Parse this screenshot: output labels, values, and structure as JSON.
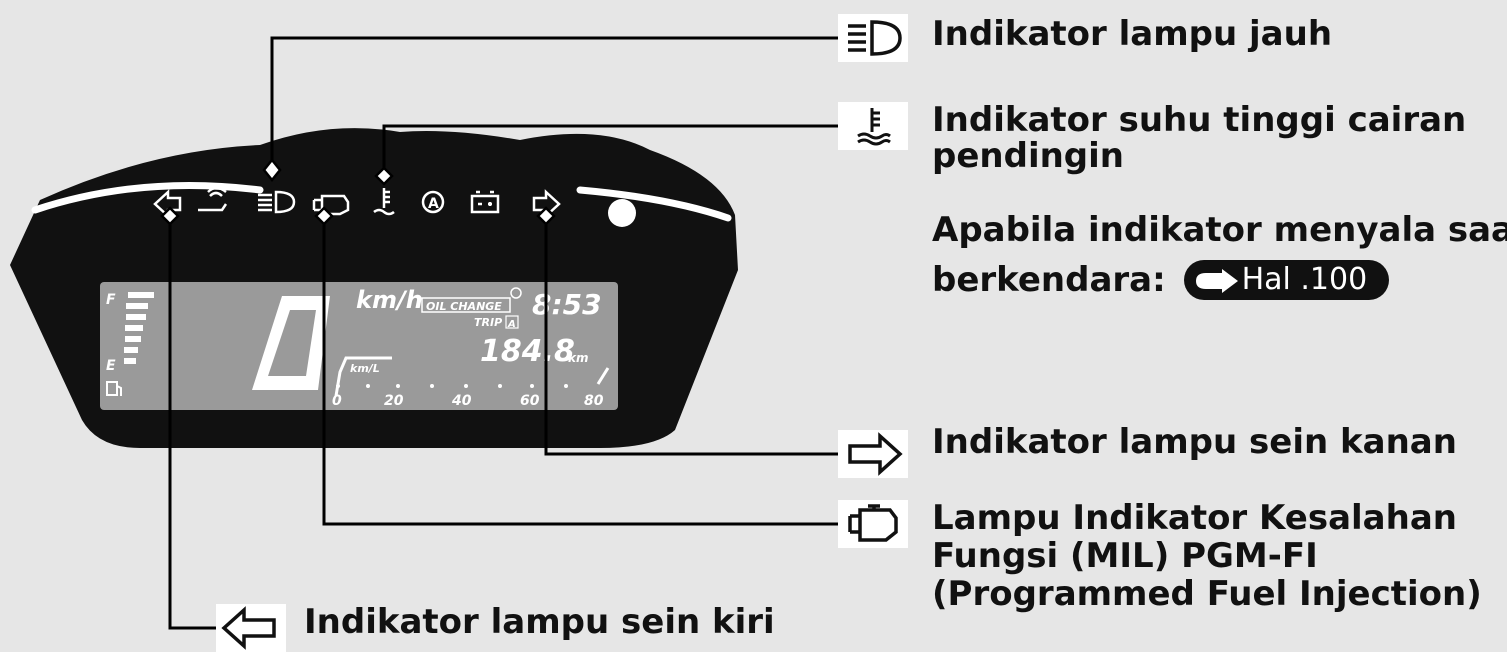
{
  "labels": {
    "high_beam": "Indikator lampu jauh",
    "coolant_temp_line1": "Indikator suhu tinggi cairan",
    "coolant_temp_line2": "pendingin",
    "warning_note_line1": "Apabila indikator menyala saat",
    "warning_note_line2": "berkendara:",
    "page_ref": "Hal .100",
    "right_turn": "Indikator lampu sein kanan",
    "mil_line1": "Lampu Indikator Kesalahan",
    "mil_line2": "Fungsi (MIL) PGM-FI",
    "mil_line3": "(Programmed Fuel Injection)",
    "left_turn": "Indikator lampu sein kiri"
  },
  "display": {
    "fuel_full": "F",
    "fuel_empty": "E",
    "speed_digit": "0",
    "speed_unit": "km/h",
    "oil_change": "OIL CHANGE",
    "clock": "8:53",
    "trip_label": "TRIP",
    "trip_id": "A",
    "odometer": "184.8",
    "odometer_unit": "km",
    "economy_unit": "km/L",
    "scale": [
      "0",
      "20",
      "40",
      "60",
      "80"
    ]
  },
  "icons": {
    "high_beam": "high-beam-icon",
    "coolant": "coolant-temperature-icon",
    "right_turn": "right-turn-arrow-icon",
    "engine": "engine-check-icon",
    "left_turn": "left-turn-arrow-icon",
    "oil": "oil-pressure-icon",
    "auto": "auto-stop-icon",
    "battery": "battery-icon",
    "fuel": "fuel-pump-icon"
  },
  "colors": {
    "background": "#e6e6e6",
    "cluster": "#111111",
    "lcd": "#9a9a9a",
    "pill": "#111111"
  }
}
